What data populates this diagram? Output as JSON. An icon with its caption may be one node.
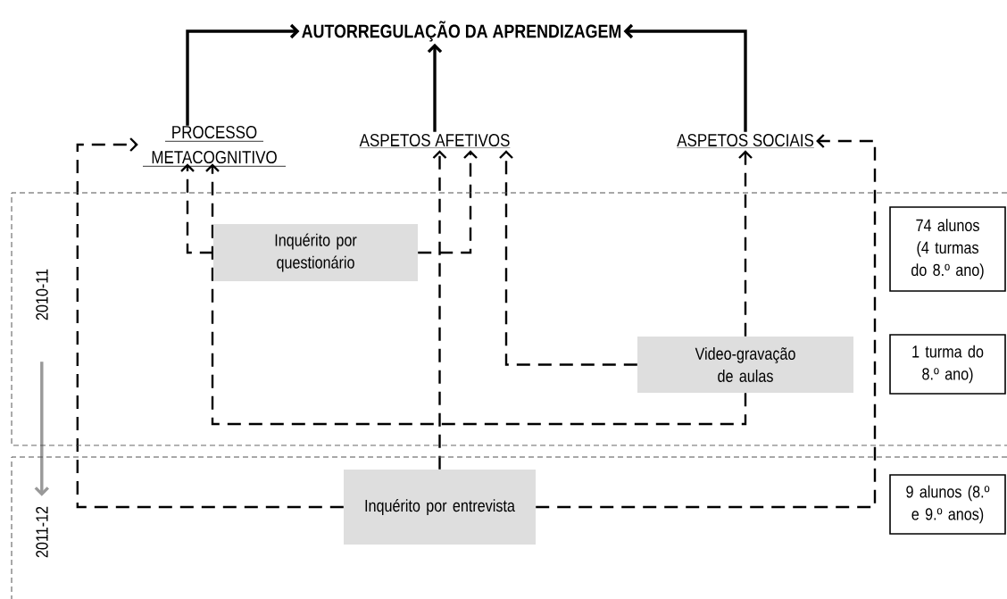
{
  "diagram": {
    "nodes": [
      {
        "text": [
          "AUTORREGULAÇÃO DA APRENDIZAGEM"
        ]
      },
      {
        "text": [
          "PROCESSO METACOGNITIVO"
        ]
      },
      {
        "text": [
          "ASPETOS AFETIVOS"
        ]
      },
      {
        "text": [
          "ASPETOS SOCIAIS"
        ]
      },
      {
        "text": [
          "2010-11"
        ]
      },
      {
        "text": [
          "Inquérito por questionário"
        ],
        "in": 4
      },
      {
        "text": [
          "Video-gravação de aulas"
        ],
        "in": 4
      },
      {
        "text": [
          "74 alunos (4 turmas do 8.º ano)"
        ],
        "in": 4
      },
      {
        "text": [
          "1 turma do 8.º ano)"
        ],
        "in": 4
      },
      {
        "text": [
          "2011-12"
        ]
      },
      {
        "text": [
          "Inquérito por entrevista"
        ],
        "in": 9
      },
      {
        "text": [
          "9 alunos (8.º e 9.º anos)"
        ],
        "in": 9
      }
    ],
    "edges": [
      {
        "from": 1,
        "to": 0,
        "arrow": "to"
      },
      {
        "from": 2,
        "to": 0,
        "arrow": "to"
      },
      {
        "from": 3,
        "to": 0,
        "arrow": "to"
      },
      {
        "from": 5,
        "to": 1,
        "arrow": "to",
        "style": "dashed"
      },
      {
        "from": 5,
        "to": 2,
        "arrow": "to",
        "style": "dashed"
      },
      {
        "from": 6,
        "to": 1,
        "arrow": "to",
        "style": "dashed"
      },
      {
        "from": 6,
        "to": 2,
        "arrow": "to",
        "style": "dashed"
      },
      {
        "from": 6,
        "to": 3,
        "arrow": "to",
        "style": "dashed"
      },
      {
        "from": 10,
        "to": 2,
        "arrow": "to",
        "style": "dashed"
      },
      {
        "from": 10,
        "to": 1,
        "arrow": "to",
        "style": "dashed"
      },
      {
        "from": 10,
        "to": 3,
        "arrow": "to",
        "style": "dashed"
      },
      {
        "from": 4,
        "to": 9,
        "arrow": "to",
        "color": "#999999"
      }
    ]
  }
}
